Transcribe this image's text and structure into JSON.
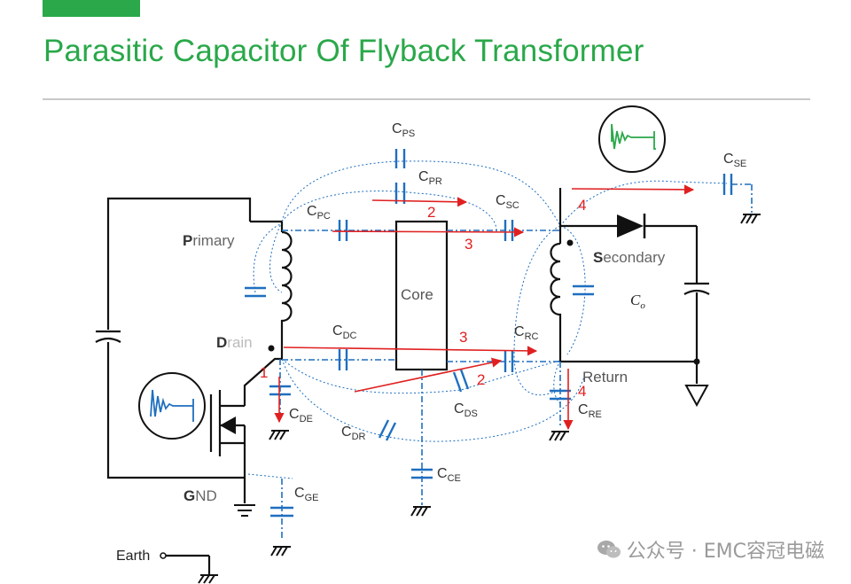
{
  "slide": {
    "title": "Parasitic Capacitor Of Flyback Transformer"
  },
  "colors": {
    "accent": "#2aa84a",
    "capacitor": "#1f6fbf",
    "coupling_path": "#e02020",
    "wire": "#111111"
  },
  "diagram": {
    "nodes": {
      "primary_initial": "P",
      "primary_rest": "rimary",
      "secondary_initial": "S",
      "secondary_rest": "econdary",
      "drain_initial": "D",
      "drain_rest": "rain",
      "gnd_initial": "G",
      "gnd_rest": "ND",
      "core": "Core",
      "return": "Return",
      "earth": "Earth",
      "output_cap_main": "C",
      "output_cap_sub": "o"
    },
    "capacitors": [
      {
        "main": "C",
        "sub": "PS"
      },
      {
        "main": "C",
        "sub": "PR"
      },
      {
        "main": "C",
        "sub": "PC"
      },
      {
        "main": "C",
        "sub": "SC"
      },
      {
        "main": "C",
        "sub": "SE"
      },
      {
        "main": "C",
        "sub": "DC"
      },
      {
        "main": "C",
        "sub": "RC"
      },
      {
        "main": "C",
        "sub": "DS"
      },
      {
        "main": "C",
        "sub": "DE"
      },
      {
        "main": "C",
        "sub": "DR"
      },
      {
        "main": "C",
        "sub": "RE"
      },
      {
        "main": "C",
        "sub": "CE"
      },
      {
        "main": "C",
        "sub": "GE"
      }
    ],
    "paths": [
      "1",
      "2",
      "3",
      "4",
      "3",
      "2",
      "4"
    ],
    "icons": [
      "ringing-waveform-icon",
      "ringing-waveform-icon"
    ]
  },
  "watermark": {
    "text": "公众号 · EMC容冠电磁",
    "icon": "wechat-icon"
  }
}
